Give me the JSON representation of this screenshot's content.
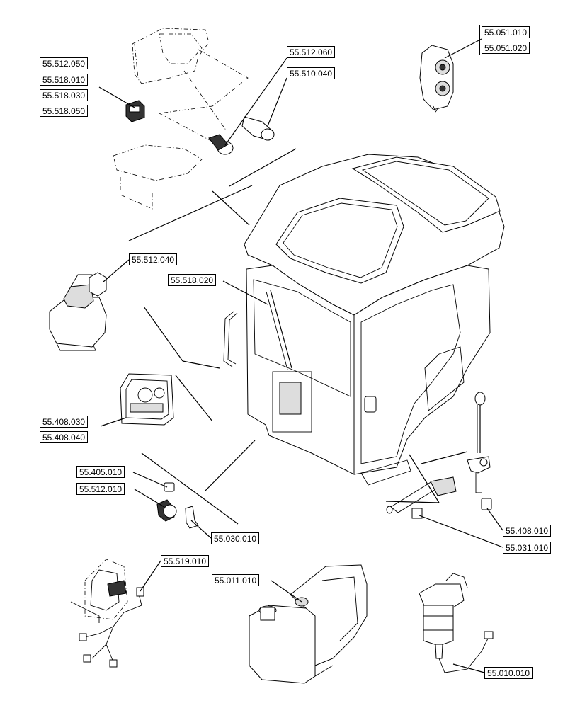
{
  "callouts": [
    {
      "id": "c_55_512_050",
      "text": "55.512.050"
    },
    {
      "id": "c_55_518_010",
      "text": "55.518.010"
    },
    {
      "id": "c_55_518_030",
      "text": "55.518.030"
    },
    {
      "id": "c_55_518_050",
      "text": "55.518.050"
    },
    {
      "id": "c_55_512_060",
      "text": "55.512.060"
    },
    {
      "id": "c_55_510_040",
      "text": "55.510.040"
    },
    {
      "id": "c_55_051_010",
      "text": "55.051.010"
    },
    {
      "id": "c_55_051_020",
      "text": "55.051.020"
    },
    {
      "id": "c_55_512_040",
      "text": "55.512.040"
    },
    {
      "id": "c_55_518_020",
      "text": "55.518.020"
    },
    {
      "id": "c_55_408_030",
      "text": "55.408.030"
    },
    {
      "id": "c_55_408_040",
      "text": "55.408.040"
    },
    {
      "id": "c_55_405_010",
      "text": "55.405.010"
    },
    {
      "id": "c_55_512_010",
      "text": "55.512.010"
    },
    {
      "id": "c_55_030_010",
      "text": "55.030.010"
    },
    {
      "id": "c_55_408_010",
      "text": "55.408.010"
    },
    {
      "id": "c_55_031_010",
      "text": "55.031.010"
    },
    {
      "id": "c_55_519_010",
      "text": "55.519.010"
    },
    {
      "id": "c_55_011_010",
      "text": "55.011.010"
    },
    {
      "id": "c_55_010_010",
      "text": "55.010.010"
    }
  ]
}
